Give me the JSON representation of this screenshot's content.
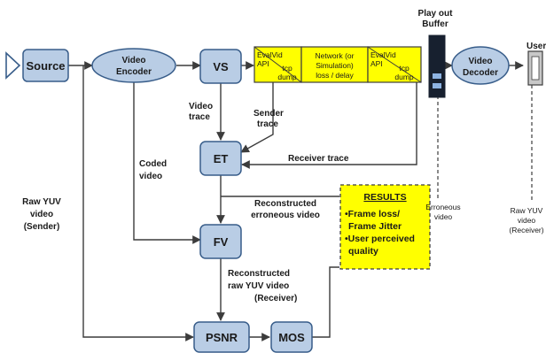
{
  "colors": {
    "node_fill": "#b9cde5",
    "node_stroke": "#385d8a",
    "highlight_fill": "#ffff00",
    "line": "#3c3c3c",
    "buffer_dark": "#17202f",
    "buffer_light": "#8db3e2"
  },
  "nodes": {
    "source": "Source",
    "video_encoder": [
      "Video",
      "Encoder"
    ],
    "vs": "VS",
    "et": "ET",
    "fv": "FV",
    "psnr": "PSNR",
    "mos": "MOS",
    "video_decoder": [
      "Video",
      "Decoder"
    ],
    "user": "User",
    "playout_buffer": [
      "Play out",
      "Buffer"
    ]
  },
  "evalvid_sender": {
    "api": [
      "EvalVid",
      "API"
    ],
    "tcpdump": [
      "tcp",
      "dump"
    ]
  },
  "network": [
    "Network (or",
    "Simulation)",
    "loss / delay"
  ],
  "evalvid_receiver": {
    "api": [
      "EvalVid",
      "API"
    ],
    "tcpdump": [
      "tcp",
      "dump"
    ]
  },
  "labels": {
    "video_trace": [
      "Video",
      "trace"
    ],
    "sender_trace": [
      "Sender",
      "trace"
    ],
    "coded_video": [
      "Coded",
      "video"
    ],
    "receiver_trace": "Receiver  trace",
    "raw_yuv_sender": [
      "Raw YUV",
      "video",
      "(Sender)"
    ],
    "reconstructed_erroneous": [
      "Reconstructed",
      "erroneous video"
    ],
    "reconstructed_raw": [
      "Reconstructed",
      "raw YUV  video",
      "(Receiver)"
    ],
    "erroneous_video": [
      "Erroneous",
      "video"
    ],
    "raw_yuv_receiver": [
      "Raw YUV",
      "video",
      "(Receiver)"
    ]
  },
  "results": {
    "title": "RESULTS",
    "items": [
      "•Frame loss/",
      "Frame Jitter",
      "•User  perceived",
      "quality"
    ]
  }
}
